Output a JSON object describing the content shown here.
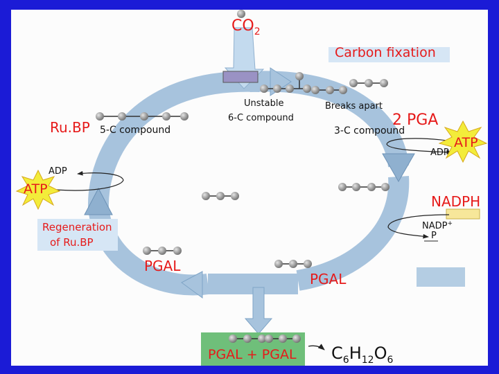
{
  "labels": {
    "co2": "CO",
    "co2_sub": "2",
    "carbon_fixation": "Carbon fixation",
    "rubp": "Ru.BP",
    "five_c": "5-C compound",
    "unstable": "Unstable",
    "six_c": "6-C compound",
    "breaks_apart": "Breaks apart",
    "two_pga": "2 PGA",
    "three_c": "3-C compound",
    "atp_right": "ATP",
    "adp_right": "ADP",
    "adp_left": "ADP",
    "atp_left": "ATP",
    "nadph": "NADPH",
    "nadp": "NADP",
    "nadp_sup": "+",
    "p": "P",
    "regeneration_1": "Regeneration",
    "regeneration_2": "of Ru.BP",
    "pgal_left": "PGAL",
    "pgal_right": "PGAL",
    "pgal_sum": "PGAL + PGAL",
    "glucose_c": "C",
    "glucose_c_sub": "6",
    "glucose_h": "H",
    "glucose_h_sub": "12",
    "glucose_o": "O",
    "glucose_o_sub": "6"
  },
  "colors": {
    "background": "#1b1bd6",
    "panel": "#fcfcfc",
    "cycle_arrow": "#a7c3dd",
    "red_text": "#e61a1a",
    "atp_star": "#f3ec3a",
    "label_box": "#d6e6f5",
    "pgal_box": "#6fbf7a",
    "nadph_box": "#f7e79a",
    "carbon_atom": "#9b9b9b"
  }
}
